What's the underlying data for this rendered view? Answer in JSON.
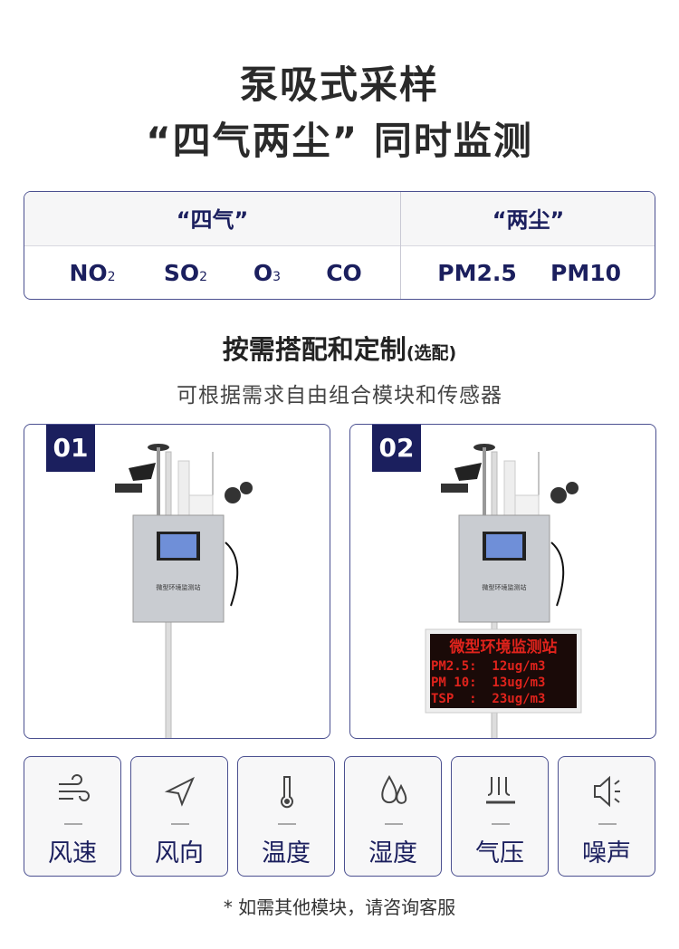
{
  "header": {
    "line1": "泵吸式采样",
    "line2": "“四气两尘” 同时监测"
  },
  "table": {
    "gas_header": "“四气”",
    "dust_header": "“两尘”",
    "gases": [
      {
        "base": "NO",
        "sub": "2"
      },
      {
        "base": "SO",
        "sub": "2"
      },
      {
        "base": "O",
        "sub": "3"
      },
      {
        "base": "CO",
        "sub": ""
      }
    ],
    "dusts": [
      "PM2.5",
      "PM10"
    ]
  },
  "custom": {
    "title": "按需搭配和定制",
    "title_note": "(选配)",
    "subtitle": "可根据需求自由组合模块和传感器"
  },
  "options": [
    {
      "number": "01",
      "device_label": "微型环境监测站"
    },
    {
      "number": "02",
      "device_label": "微型环境监测站",
      "display": {
        "title": "微型环境监测站",
        "lines": [
          "PM2.5:  12ug/m3",
          "PM 10:  13ug/m3",
          "TSP  :  23ug/m3"
        ]
      }
    }
  ],
  "sensors": [
    {
      "label": "风速",
      "icon": "wind-icon"
    },
    {
      "label": "风向",
      "icon": "direction-arrow-icon"
    },
    {
      "label": "温度",
      "icon": "thermometer-icon"
    },
    {
      "label": "湿度",
      "icon": "water-drops-icon"
    },
    {
      "label": "气压",
      "icon": "pressure-icon"
    },
    {
      "label": "噪声",
      "icon": "speaker-icon"
    }
  ],
  "footer": "* 如需其他模块，请咨询客服",
  "colors": {
    "navy": "#1b1f5e",
    "border": "#4b5090",
    "led_red": "#e0231c"
  }
}
